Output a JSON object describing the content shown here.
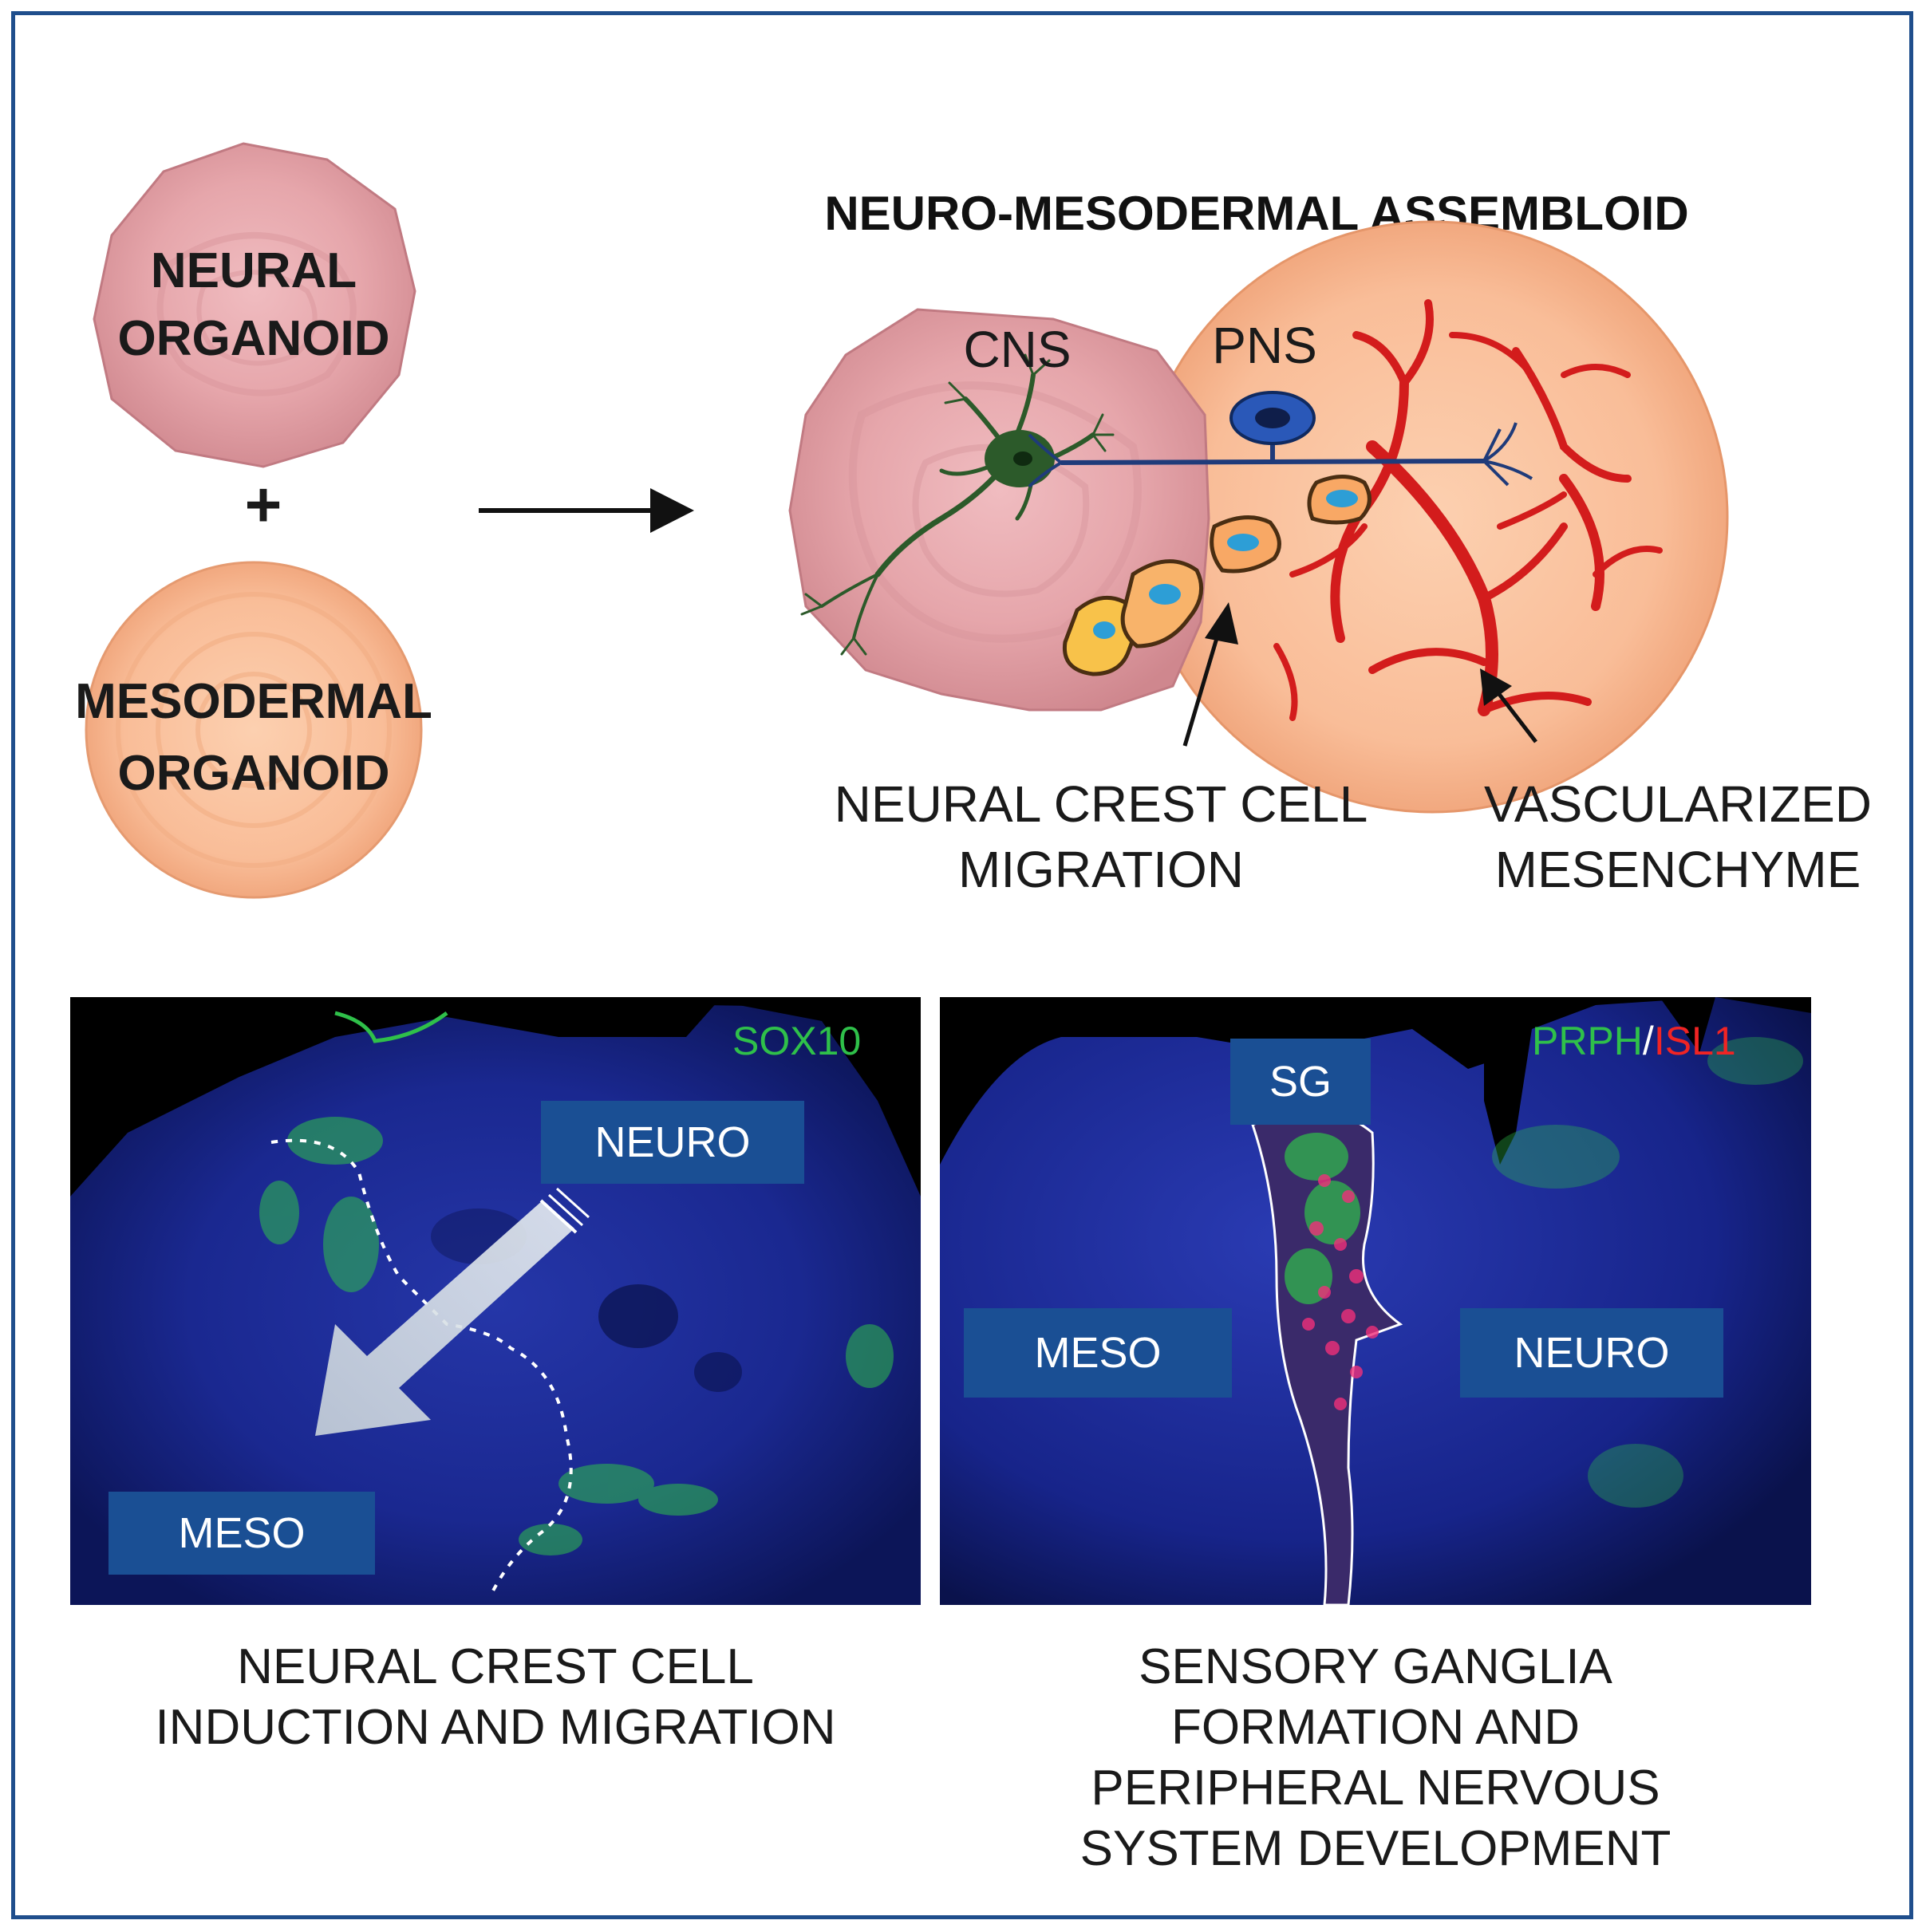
{
  "top": {
    "neural_organoid": [
      "NEURAL",
      "ORGANOID"
    ],
    "plus": "+",
    "mesodermal_organoid": [
      "MESODERMAL",
      "ORGANOID"
    ],
    "assembloid_title": "NEURO-MESODERMAL ASSEMBLOID",
    "cns_label": "CNS",
    "pns_label": "PNS",
    "ncc_migration": [
      "NEURAL CREST CELL",
      "MIGRATION"
    ],
    "vascularized": [
      "VASCULARIZED",
      "MESENCHYME"
    ]
  },
  "left_panel": {
    "marker": "SOX10",
    "neuro_tag": "NEURO",
    "meso_tag": "MESO",
    "caption": [
      "NEURAL CREST CELL",
      "INDUCTION AND MIGRATION"
    ]
  },
  "right_panel": {
    "marker_green": "PRPH",
    "marker_sep": "/",
    "marker_red": "ISL1",
    "sg_tag": "SG",
    "meso_tag": "MESO",
    "neuro_tag": "NEURO",
    "caption": [
      "SENSORY GANGLIA",
      "FORMATION AND",
      "PERIPHERAL NERVOUS",
      "SYSTEM DEVELOPMENT"
    ]
  },
  "colors": {
    "frame": "#1f4e8c",
    "tag_bg": "#1a4f94",
    "neural_pink": "#e4a1a6",
    "meso_orange": "#f9bb93",
    "vessel_red": "#d31c1c",
    "sox10_green": "#2fc04a",
    "isl1_red": "#f02424"
  }
}
